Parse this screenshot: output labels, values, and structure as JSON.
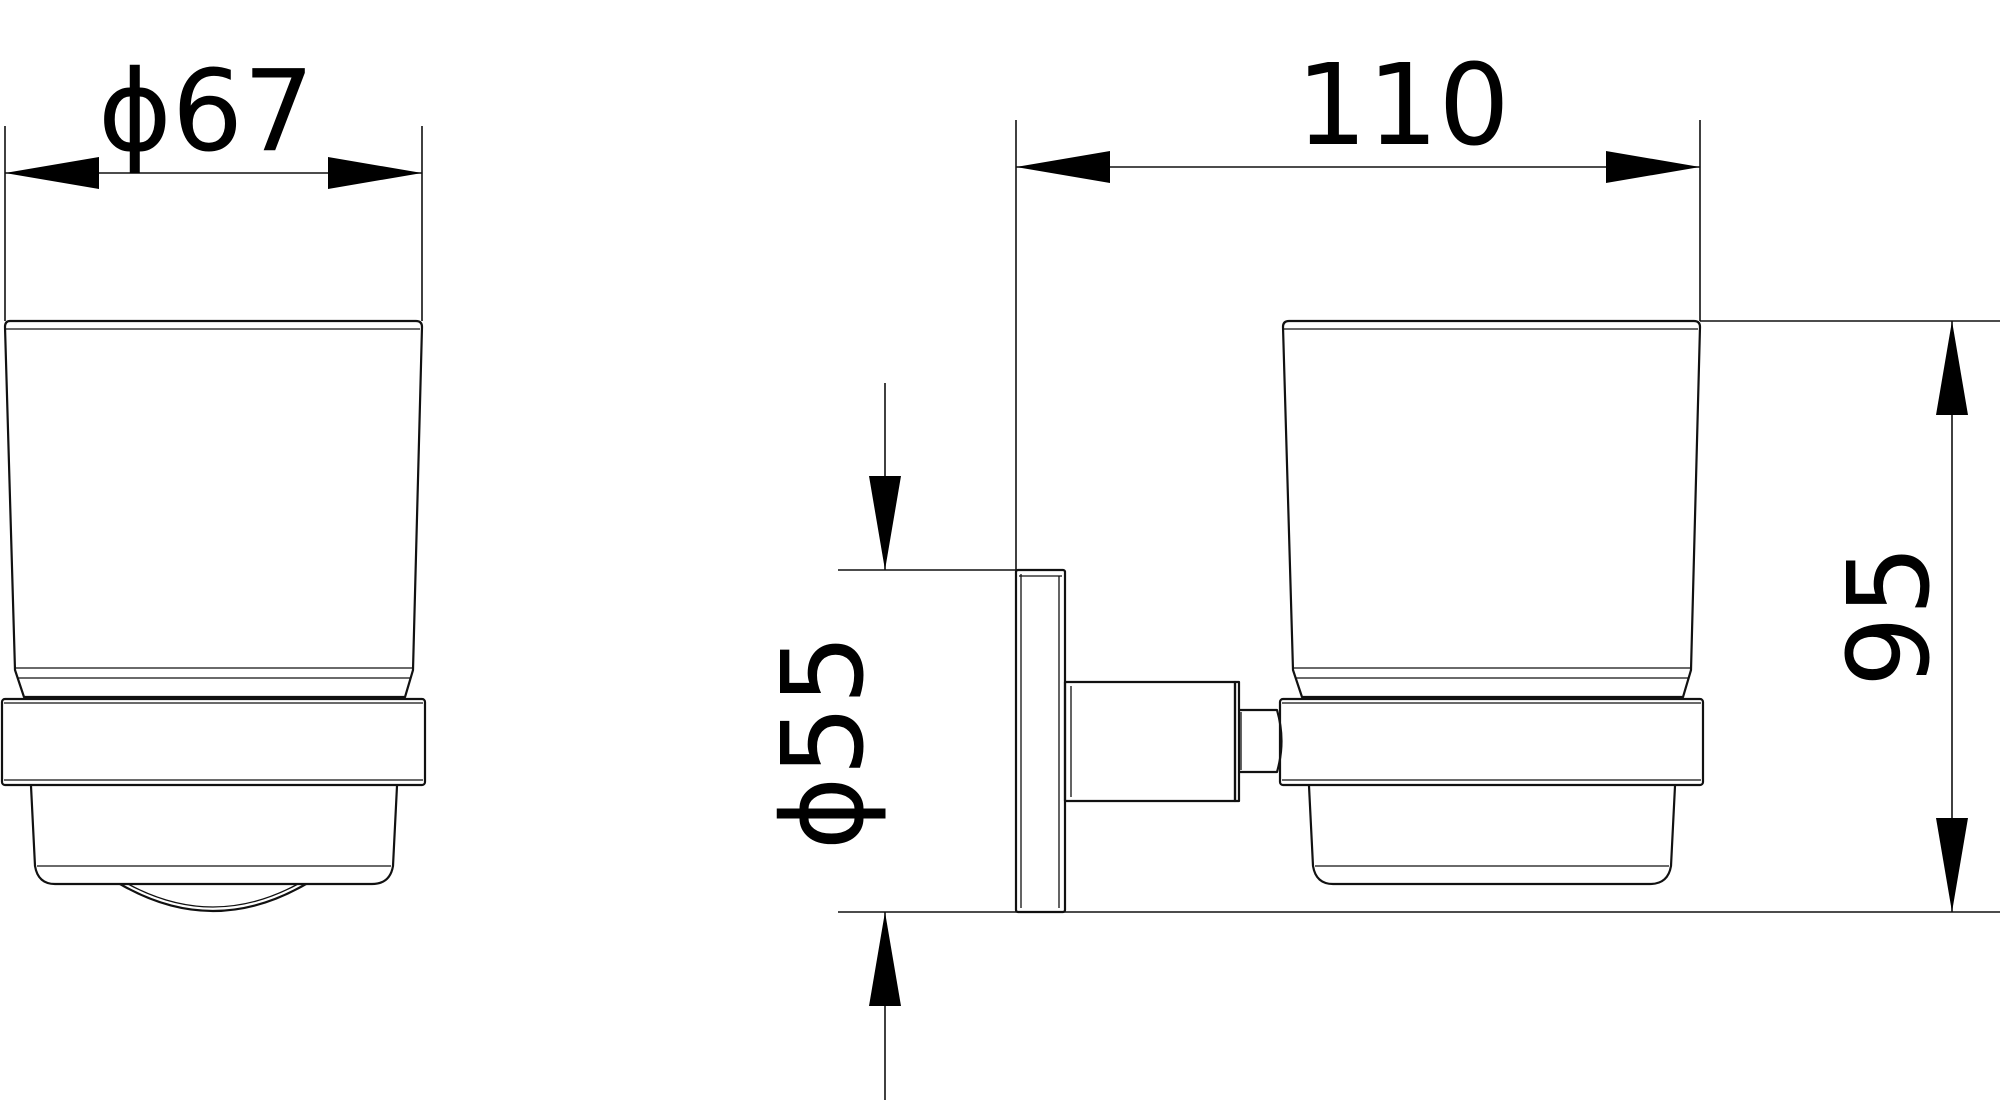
{
  "dimensions": {
    "top_left_diameter": "ϕ67",
    "width": "110",
    "height": "95",
    "base_diameter": "ϕ55"
  },
  "colors": {
    "line": "#111111",
    "background": "#ffffff"
  }
}
